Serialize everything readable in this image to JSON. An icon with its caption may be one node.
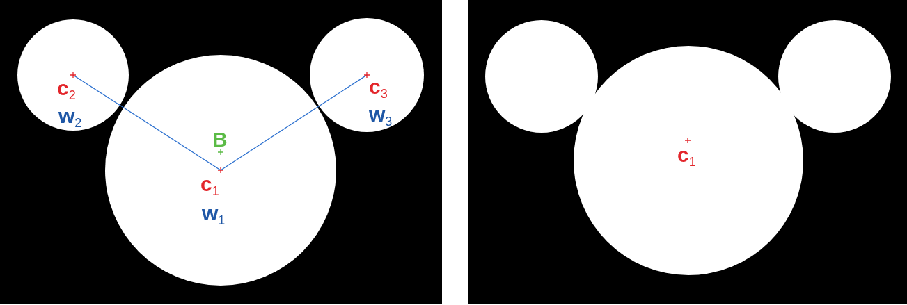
{
  "diagram": {
    "nodes": [
      {
        "text": [],
        "shape": "circle"
      },
      {
        "text": [],
        "shape": "circle"
      },
      {
        "text": [],
        "shape": "circle"
      },
      {
        "text": [
          "c$_{2}$"
        ],
        "in": 0,
        "beside": [
          "w$_{2}$"
        ]
      },
      {
        "text": [
          "c$_{1}$"
        ],
        "in": 1,
        "beside": [
          "w$_{1}$"
        ]
      },
      {
        "text": [
          "c$_{3}$"
        ],
        "in": 2,
        "beside": [
          "w$_{3}$"
        ]
      },
      {
        "text": [
          "c$_{1}$"
        ]
      }
    ],
    "edges": [
      {
        "from": 3,
        "to": 4,
        "arrow": "none"
      },
      {
        "from": 4,
        "to": 5,
        "arrow": "none"
      }
    ],
    "labels": [
      "B"
    ]
  }
}
